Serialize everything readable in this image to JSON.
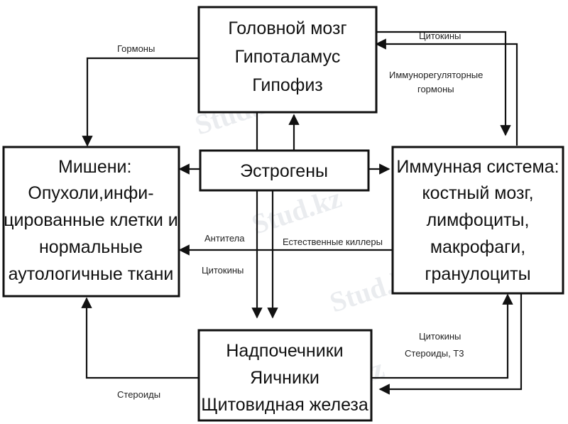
{
  "boxes": {
    "brain": [
      "Головной мозг",
      "Гипоталамус",
      "Гипофиз"
    ],
    "targets": [
      "Мишени:",
      "Опухоли,инфи-",
      "цированные клетки и",
      "нормальные",
      "аутологичные ткани"
    ],
    "estrogens": [
      "Эстрогены"
    ],
    "immune": [
      "Иммунная система:",
      "костный мозг,",
      "лимфоциты,",
      "макрофаги,",
      "гранулоциты"
    ],
    "glands": [
      "Надпочечники",
      "Яичники",
      "Щитовидная железа"
    ]
  },
  "labels": {
    "hormones": "Гормоны",
    "cytokines_top": "Цитокины",
    "immunoreg_1": "Иммунорегуляторные",
    "immunoreg_2": "гормоны",
    "antibodies": "Антитела",
    "natural_killers": "Естественные киллеры",
    "cytokines_mid": "Цитокины",
    "cytokines_bottom": "Цитокины",
    "steroids_t3": "Стероиды, T3",
    "steroids": "Стероиды"
  },
  "watermark": "Stud.kz"
}
